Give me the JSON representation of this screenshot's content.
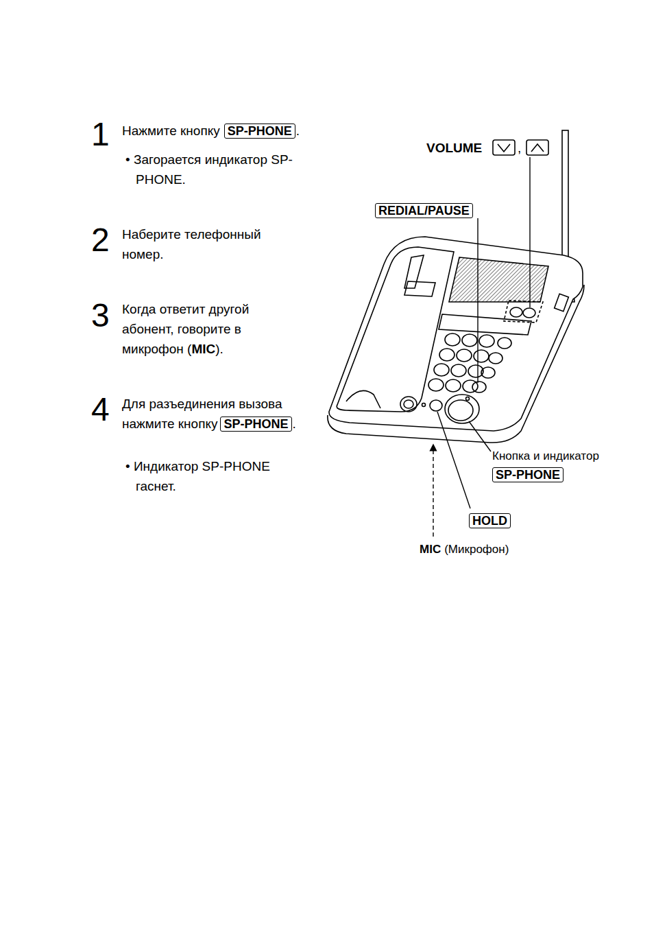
{
  "diagram": {
    "labels": [
      "1",
      "Нажмите кнопку",
      "SP-PHONE",
      ".",
      "• Загорается индикатор SP-PHONE.",
      "2",
      "Наберите телефонный номер.",
      "3",
      "Когда ответит другой абонент, говорите в микрофон (",
      "MIC",
      ").",
      "4",
      "Для разъединения вызова нажмите кнопку",
      "SP-PHONE",
      ".",
      "• Индикатор SP-PHONE гаснет.",
      "VOLUME",
      ",",
      "REDIAL/PAUSE",
      "Кнопка и индикатор",
      "SP-PHONE",
      "HOLD",
      "MIC",
      "(Микрофон)"
    ]
  }
}
